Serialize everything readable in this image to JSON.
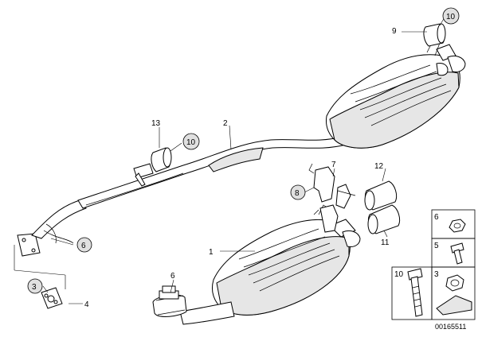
{
  "callouts": {
    "c1": "1",
    "c2": "2",
    "c4": "4",
    "c6a": "6",
    "c6b": "6",
    "c7": "7",
    "c9": "9",
    "c11": "11",
    "c12": "12",
    "c13": "13",
    "circ3": "3",
    "circ6": "6",
    "circ8": "8",
    "circ10a": "10",
    "circ10b": "10",
    "panel_6": "6",
    "panel_5": "5",
    "panel_3": "3",
    "panel_10": "10"
  },
  "catalog_number": "00165511"
}
